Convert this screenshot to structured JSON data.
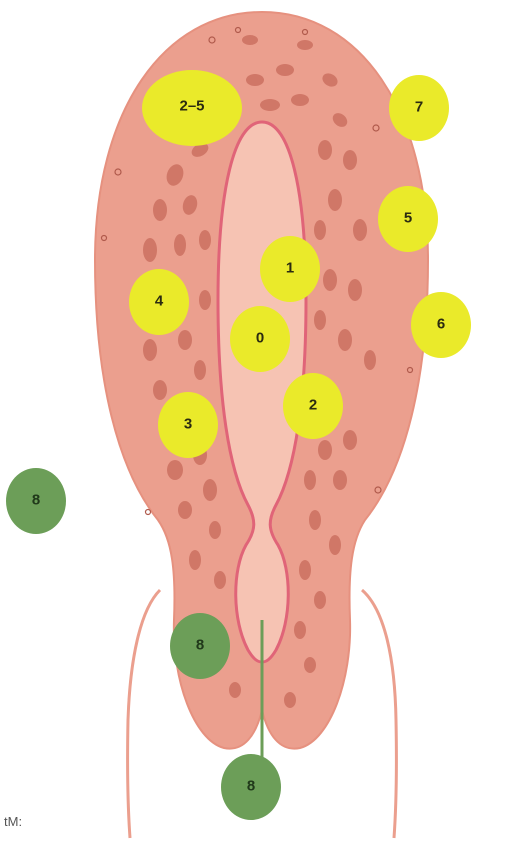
{
  "colors": {
    "tissue_fill": "#eb9f8e",
    "tissue_light": "#f6c3b3",
    "vessel_line": "#e06478",
    "speckle": "#c86a5a",
    "yellow_marker": "#eaea2a",
    "green_marker": "#6c9e58"
  },
  "markers": [
    {
      "id": "m-2-5",
      "label": "2–5",
      "color": "yellow"
    },
    {
      "id": "m-7",
      "label": "7",
      "color": "yellow"
    },
    {
      "id": "m-5",
      "label": "5",
      "color": "yellow"
    },
    {
      "id": "m-1",
      "label": "1",
      "color": "yellow"
    },
    {
      "id": "m-4",
      "label": "4",
      "color": "yellow"
    },
    {
      "id": "m-6",
      "label": "6",
      "color": "yellow"
    },
    {
      "id": "m-0",
      "label": "0",
      "color": "yellow"
    },
    {
      "id": "m-2",
      "label": "2",
      "color": "yellow"
    },
    {
      "id": "m-3",
      "label": "3",
      "color": "yellow"
    },
    {
      "id": "m-8a",
      "label": "8",
      "color": "green"
    },
    {
      "id": "m-8b",
      "label": "8",
      "color": "green"
    },
    {
      "id": "m-8c",
      "label": "8",
      "color": "green"
    }
  ],
  "corner_mark": "tM:"
}
